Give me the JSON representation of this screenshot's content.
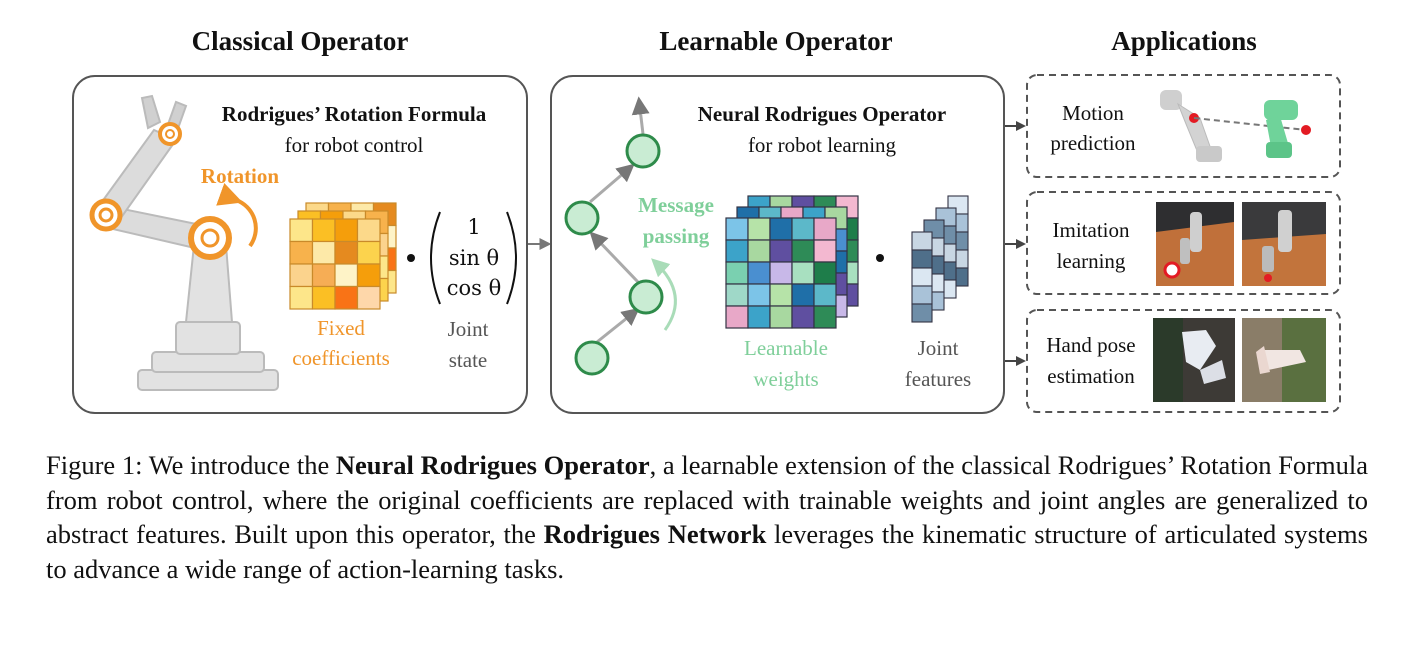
{
  "titles": {
    "classical": "Classical Operator",
    "learnable": "Learnable Operator",
    "applications": "Applications"
  },
  "classical": {
    "heading": "Rodrigues’ Rotation Formula",
    "subheading": "for robot control",
    "rotation_label": "Rotation",
    "coeff_label_1": "Fixed",
    "coeff_label_2": "coefficients",
    "vector_1": "1",
    "vector_2": "sin θ",
    "vector_3": "cos θ",
    "state_label_1": "Joint",
    "state_label_2": "state"
  },
  "learnable": {
    "heading": "Neural Rodrigues Operator",
    "subheading": "for robot learning",
    "message_1": "Message",
    "message_2": "passing",
    "weights_label_1": "Learnable",
    "weights_label_2": "weights",
    "features_label_1": "Joint",
    "features_label_2": "features"
  },
  "applications": {
    "motion_1": "Motion",
    "motion_2": "prediction",
    "imitation_1": "Imitation",
    "imitation_2": "learning",
    "hand_1": "Hand pose",
    "hand_2": "estimation"
  },
  "caption": {
    "lead": "Figure 1: We introduce the ",
    "term1": "Neural Rodrigues Operator",
    "mid": ", a learnable extension of the classical Rodrigues’ Rotation Formula from robot control, where the original coefficients are replaced with trainable weights and joint angles are generalized to abstract features. Built upon this operator, the ",
    "term2": "Rodrigues Network",
    "tail": " leverages the kinematic structure of articulated systems to advance a wide range of action-learning tasks."
  },
  "colors": {
    "orange": "#f0952a",
    "green_node": "#2e8b4a",
    "green_text": "#7fcf9a",
    "panel_border": "#555555"
  }
}
